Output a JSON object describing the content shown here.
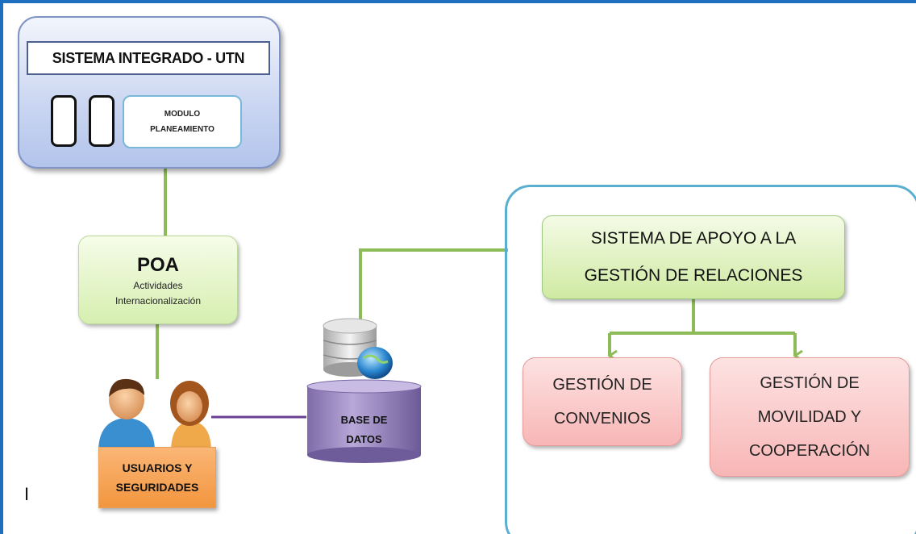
{
  "sistema": {
    "title": "SISTEMA INTEGRADO - UTN",
    "module_line1": "MODULO",
    "module_line2": "PLANEAMIENTO"
  },
  "poa": {
    "title": "POA",
    "line1": "Actividades",
    "line2": "Internacionalización"
  },
  "database": {
    "line1": "BASE DE",
    "line2": "DATOS"
  },
  "users": {
    "line1": "USUARIOS Y",
    "line2": "SEGURIDADES"
  },
  "apoyo": {
    "line1": "SISTEMA DE APOYO A LA",
    "line2": "GESTIÓN DE RELACIONES"
  },
  "convenios": {
    "line1": "GESTIÓN DE",
    "line2": "CONVENIOS"
  },
  "movilidad": {
    "line1": "GESTIÓN DE",
    "line2": "MOVILIDAD Y",
    "line3": "COOPERACIÓN"
  },
  "stray_mark": "I",
  "colors": {
    "frame": "#1f6fc0",
    "connector_green": "#8dbb57",
    "connector_purple": "#6a3f93",
    "right_frame": "#5aaed0"
  },
  "icons": [
    "server-globe-icon",
    "users-icon",
    "phone-icon"
  ]
}
